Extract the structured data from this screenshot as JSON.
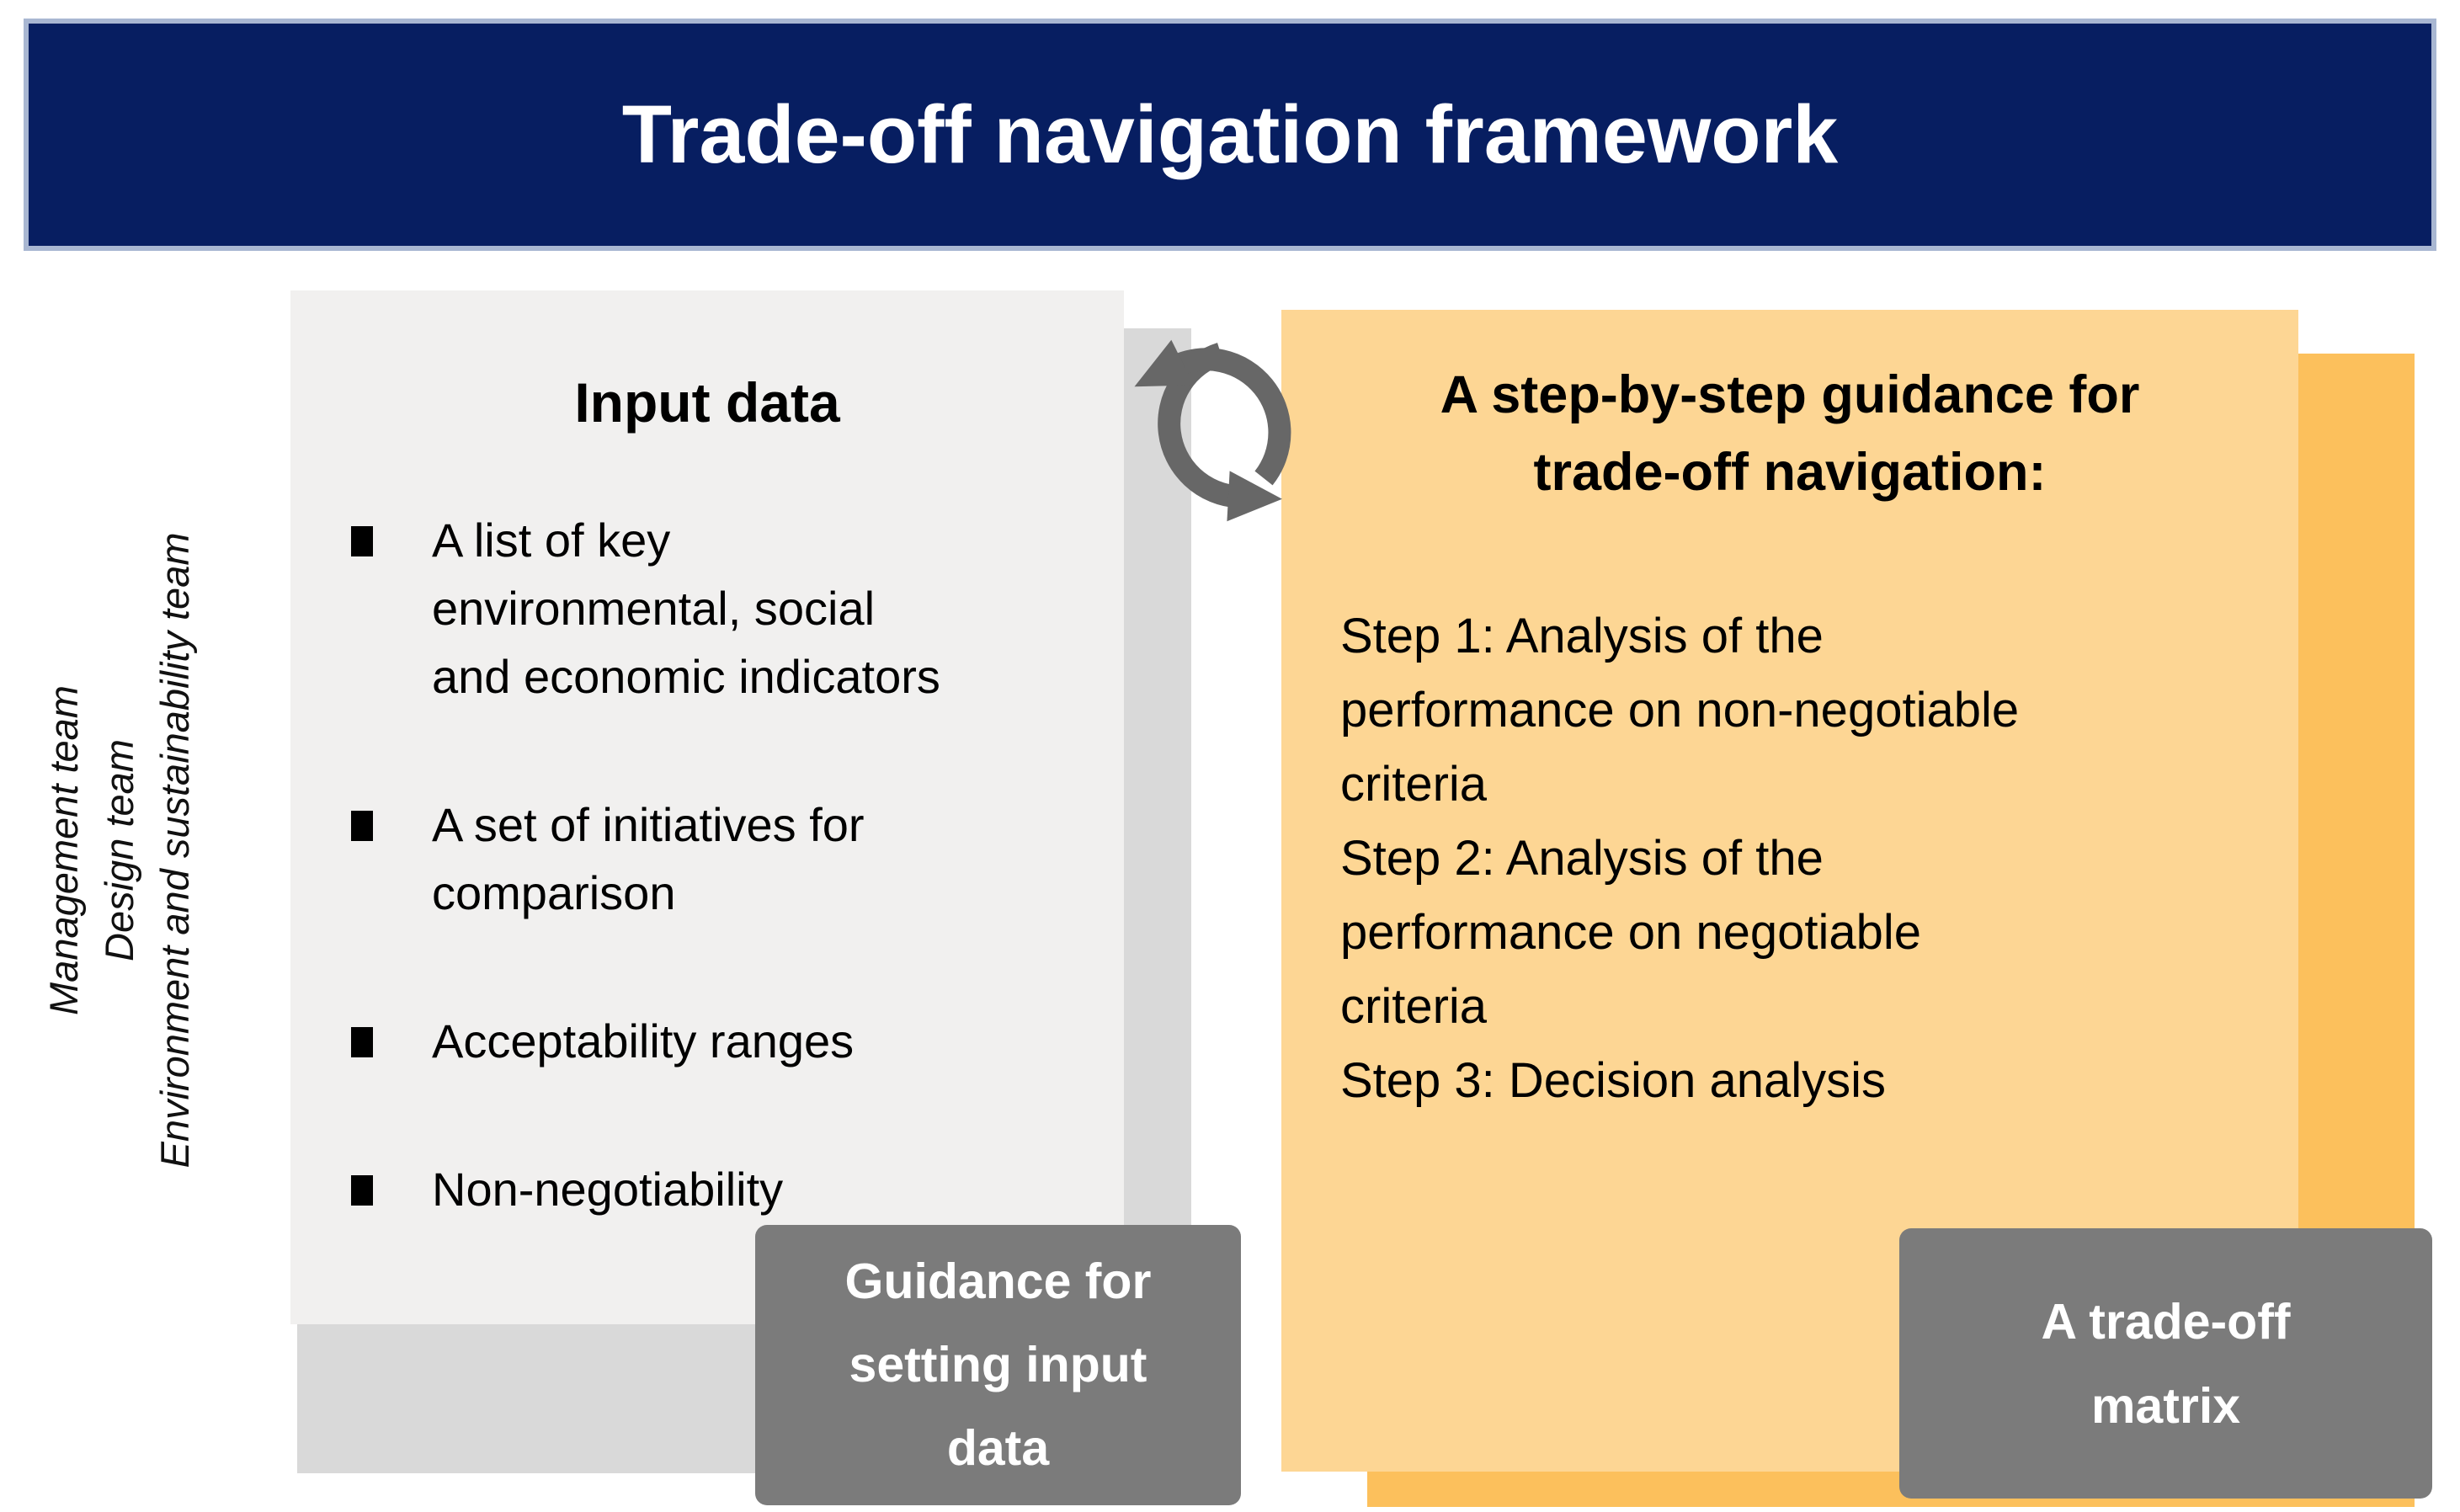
{
  "header": {
    "title": "Trade-off navigation framework"
  },
  "teams_sidebar": {
    "lines": [
      "Management team",
      "Design team",
      "Environment and sustainability team"
    ]
  },
  "input_panel": {
    "heading": "Input data",
    "bullets": [
      "A list of key\nenvironmental, social\nand economic indicators",
      "A set of initiatives for\ncomparison",
      "Acceptability ranges",
      "Non-negotiability"
    ],
    "caption": "Guidance for\nsetting input\ndata"
  },
  "guidance_panel": {
    "heading": "A step-by-step guidance for\ntrade-off navigation:",
    "steps": [
      "Step 1: Analysis of the\nperformance on non-negotiable\ncriteria",
      "Step 2: Analysis of the\nperformance on negotiable\ncriteria",
      "Step 3: Decision analysis"
    ],
    "caption": "A trade-off\nmatrix"
  },
  "icons": {
    "cycle": "circular-cycle-arrows"
  },
  "colors": {
    "header_bg": "#071e61",
    "header_border": "#a9b7d2",
    "header_text": "#ffffff",
    "panel_gray": "#f1f0ef",
    "panel_gray_shadow": "#d9d9d9",
    "panel_orange": "#fdd694",
    "panel_orange_shadow": "#fcc05c",
    "caption_bg": "#7b7b7b",
    "caption_text": "#ffffff",
    "cycle_arrow": "#676767",
    "body_text": "#000000"
  }
}
